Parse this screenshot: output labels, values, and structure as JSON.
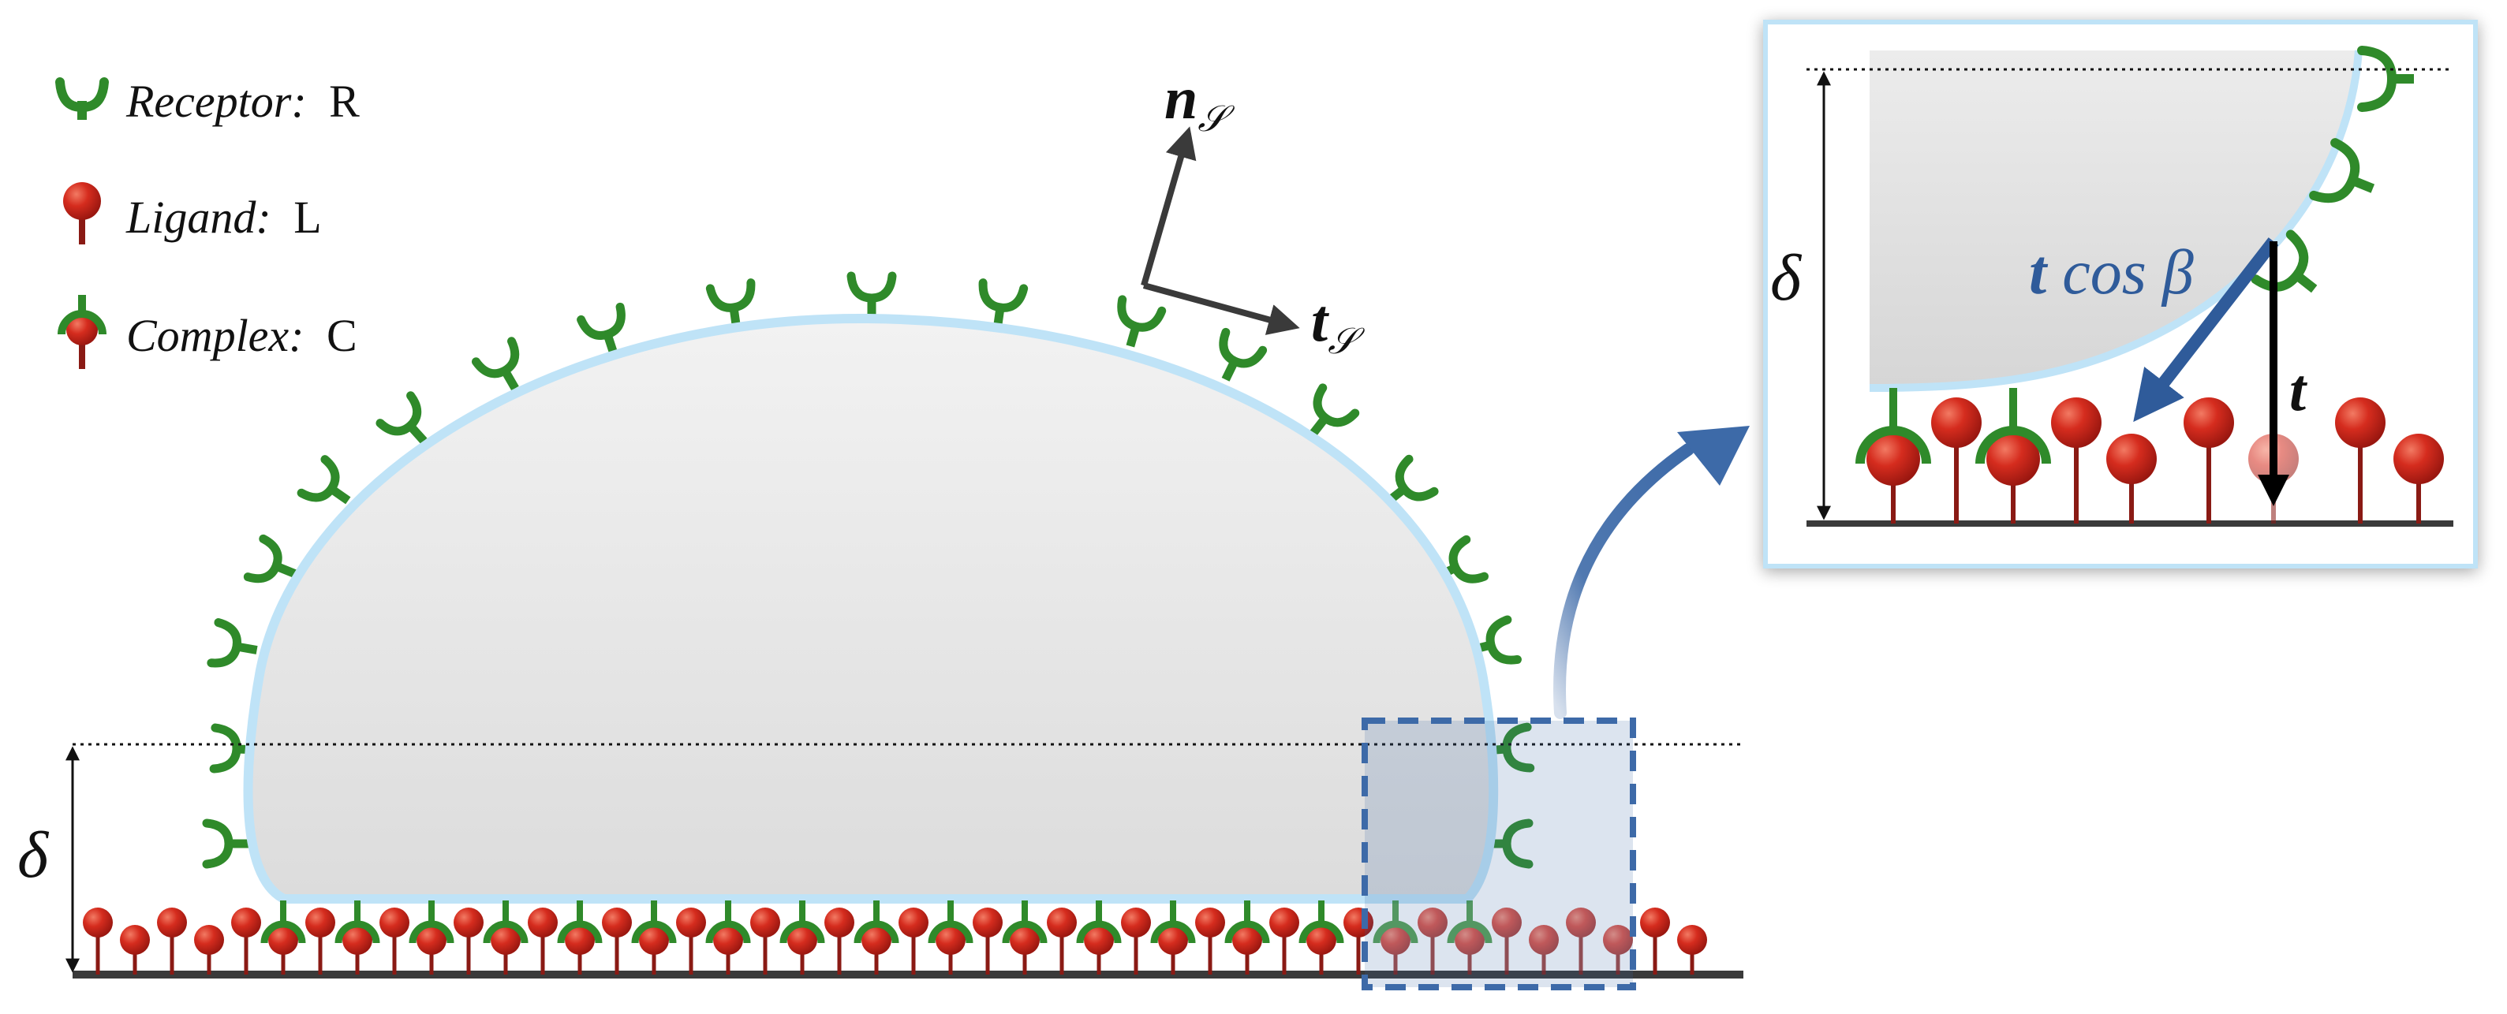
{
  "legend": {
    "receptor": {
      "name": "Receptor:",
      "symbol": "R",
      "icon": "receptor-icon",
      "color": "#2f8a2a"
    },
    "ligand": {
      "name": "Ligand:",
      "symbol": "L",
      "icon": "ligand-icon",
      "color": "#c8241b"
    },
    "complex": {
      "name": "Complex:",
      "symbol": "C",
      "icon": "complex-icon"
    }
  },
  "vectors": {
    "normal": {
      "main": "n",
      "sub": "𝒮"
    },
    "tangent": {
      "main": "t",
      "sub": "𝒮"
    }
  },
  "delta_main": "δ",
  "inset": {
    "delta": "δ",
    "t_cos_beta": {
      "t": "t",
      "rest": " cos β"
    },
    "t": "t"
  },
  "colors": {
    "cell_fill": "#e6e6e6",
    "membrane": "#bfe3f7",
    "receptor": "#2f8a2a",
    "ligand": "#c8241b",
    "stem": "#8a1a14",
    "substrate": "#3a3a3a",
    "arrow_blue": "#2f5b9a",
    "highlight_box": "#3d6aa8"
  }
}
